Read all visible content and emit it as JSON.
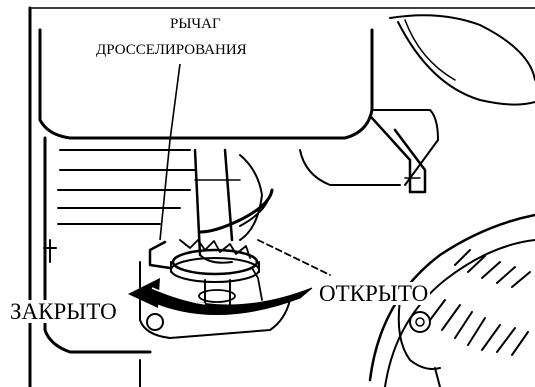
{
  "diagram": {
    "callout": {
      "line1": "РЫЧАГ",
      "line2": "ДРОССЕЛИРОВАНИЯ"
    },
    "direction_closed": "ЗАКРЫТО",
    "direction_open": "ОТКРЫТО",
    "colors": {
      "ink": "#000000",
      "paper": "#ffffff"
    }
  }
}
